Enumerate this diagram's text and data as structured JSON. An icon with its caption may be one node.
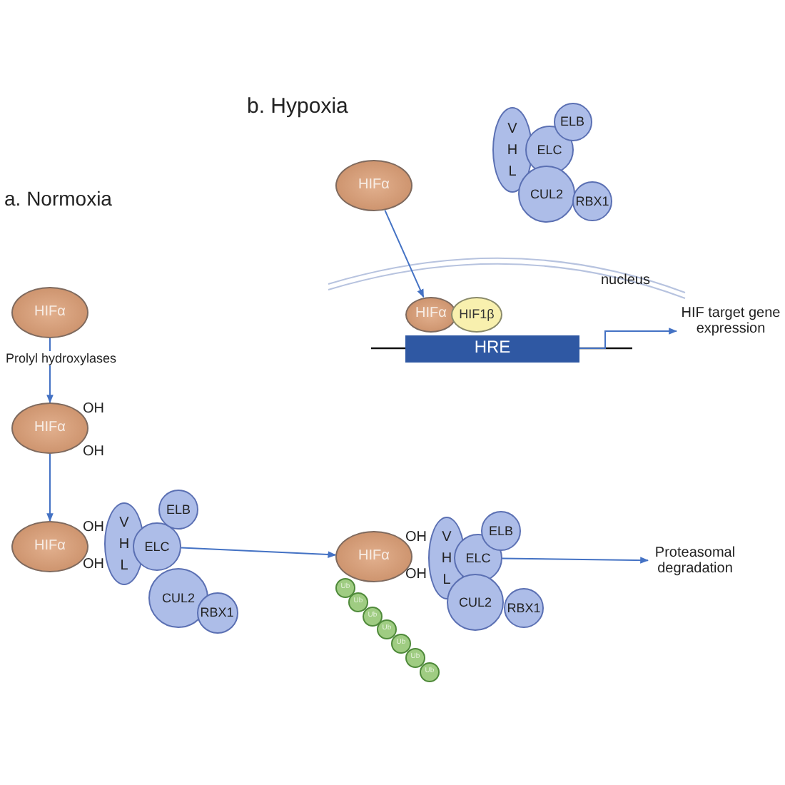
{
  "diagram": {
    "nodes": [
      {
        "text": [
          "HIFα"
        ]
      },
      {
        "text": [
          "V H L"
        ]
      },
      {
        "text": [
          "ELC"
        ]
      },
      {
        "text": [
          "ELB"
        ]
      },
      {
        "text": [
          "CUL2"
        ]
      },
      {
        "text": [
          "RBX1"
        ]
      },
      {
        "text": [
          "HIFα"
        ]
      },
      {
        "text": [
          "HIF1β"
        ]
      },
      {
        "text": [
          "HRE"
        ]
      },
      {
        "text": [
          "HIF target gene expression"
        ]
      },
      {
        "text": [
          "HIFα"
        ]
      },
      {
        "text": [
          "HIFα"
        ],
        "beside": [
          "OH",
          "OH"
        ]
      },
      {
        "text": [
          "HIFα"
        ],
        "beside": [
          "OH",
          "OH"
        ]
      },
      {
        "text": [
          "V H L"
        ]
      },
      {
        "text": [
          "ELC"
        ]
      },
      {
        "text": [
          "ELB"
        ]
      },
      {
        "text": [
          "CUL2"
        ]
      },
      {
        "text": [
          "RBX1"
        ]
      },
      {
        "text": [
          "HIFα"
        ],
        "beside": [
          "OH",
          "OH"
        ]
      },
      {
        "text": [
          "V H L"
        ]
      },
      {
        "text": [
          "ELC"
        ]
      },
      {
        "text": [
          "ELB"
        ]
      },
      {
        "text": [
          "CUL2"
        ]
      },
      {
        "text": [
          "RBX1"
        ]
      },
      {
        "text": [
          "Ub"
        ]
      },
      {
        "text": [
          "Ub"
        ]
      },
      {
        "text": [
          "Ub"
        ]
      },
      {
        "text": [
          "Ub"
        ]
      },
      {
        "text": [
          "Ub"
        ]
      },
      {
        "text": [
          "Ub"
        ]
      },
      {
        "text": [
          "Ub"
        ]
      },
      {
        "text": [
          "Proteasomal degradation"
        ]
      }
    ],
    "edges": [
      {
        "from": 0,
        "to": 6,
        "arrow": "to"
      },
      {
        "from": 8,
        "to": 9,
        "arrow": "to"
      },
      {
        "from": 10,
        "to": 11,
        "arrow": "to",
        "label": "Prolyl hydroxylases"
      },
      {
        "from": 11,
        "to": 12,
        "arrow": "to"
      },
      {
        "from": 14,
        "to": 18,
        "arrow": "to"
      },
      {
        "from": 20,
        "to": 31,
        "arrow": "to"
      }
    ],
    "labels": [
      "b. Hypoxia",
      "a. Normoxia",
      "nucleus"
    ]
  }
}
